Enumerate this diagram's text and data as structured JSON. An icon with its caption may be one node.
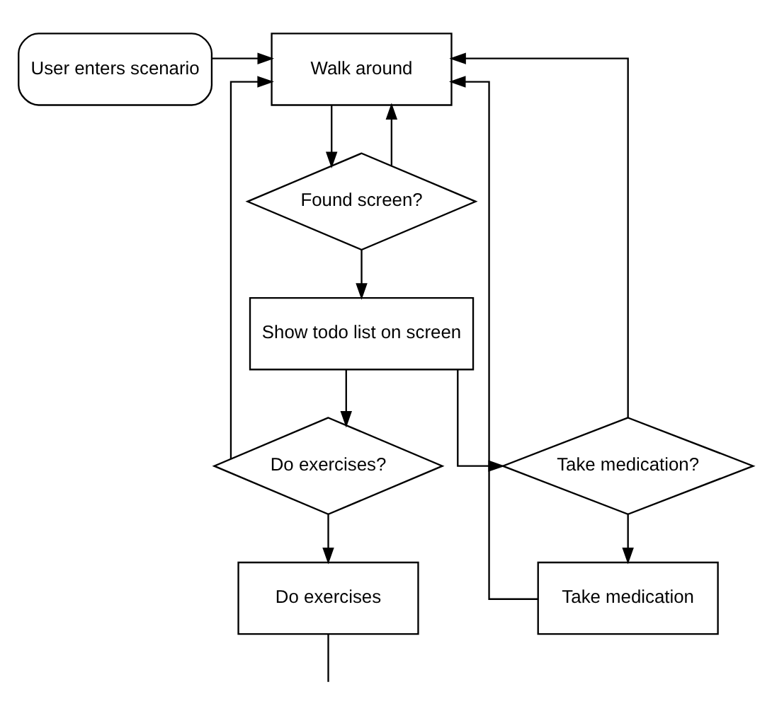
{
  "diagram": {
    "nodes": [
      {
        "text": [
          "User enters scenario"
        ]
      },
      {
        "text": [
          "Walk around"
        ]
      },
      {
        "text": [
          "Found screen?"
        ]
      },
      {
        "text": [
          "Show todo list on screen"
        ]
      },
      {
        "text": [
          "Do exercises?"
        ]
      },
      {
        "text": [
          "Take medication?"
        ]
      },
      {
        "text": [
          "Do exercises"
        ]
      },
      {
        "text": [
          "Take medication"
        ]
      }
    ],
    "edges": [
      {
        "from": 0,
        "to": 1,
        "arrow": "to"
      },
      {
        "from": 1,
        "to": 2,
        "arrow": "to"
      },
      {
        "from": 2,
        "to": 1,
        "arrow": "to"
      },
      {
        "from": 2,
        "to": 3,
        "arrow": "to"
      },
      {
        "from": 3,
        "to": 4,
        "arrow": "to"
      },
      {
        "from": 3,
        "to": 5,
        "arrow": "to"
      },
      {
        "from": 5,
        "to": 1,
        "arrow": "to"
      },
      {
        "from": 4,
        "to": 1,
        "arrow": "to"
      },
      {
        "from": 4,
        "to": 6,
        "arrow": "to"
      },
      {
        "from": 5,
        "to": 7,
        "arrow": "to"
      },
      {
        "from": 7,
        "to": 1,
        "arrow": "to"
      },
      {
        "from": 6,
        "to": null,
        "arrow": "none"
      }
    ]
  }
}
